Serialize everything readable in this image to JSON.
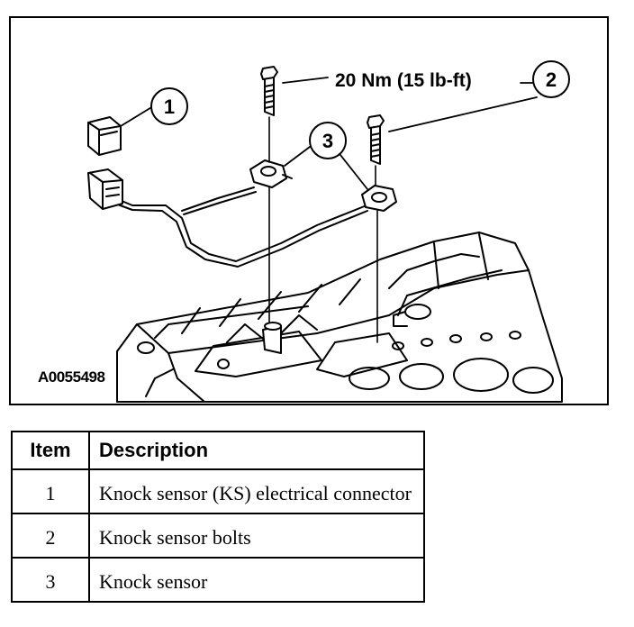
{
  "figure": {
    "reference_code": "A0055498",
    "torque_label": "20 Nm (15 lb-ft)",
    "callouts": [
      "1",
      "2",
      "3"
    ]
  },
  "legend": {
    "headers": {
      "item": "Item",
      "description": "Description"
    },
    "rows": [
      {
        "item": "1",
        "description": "Knock sensor (KS) electrical connector"
      },
      {
        "item": "2",
        "description": "Knock sensor bolts"
      },
      {
        "item": "3",
        "description": "Knock sensor"
      }
    ]
  },
  "colors": {
    "ink": "#000000",
    "paper": "#ffffff"
  }
}
